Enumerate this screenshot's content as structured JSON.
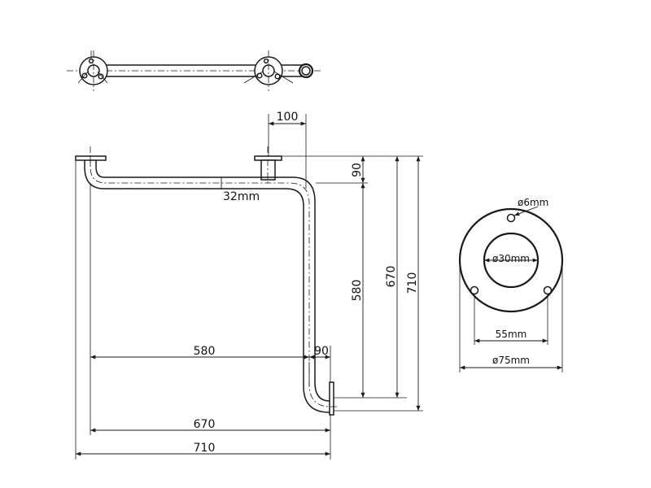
{
  "dimensions": {
    "top_offset": "100",
    "vertical_step": "90",
    "tube_diameter": "32mm",
    "vertical_580": "580",
    "vertical_670": "670",
    "vertical_710": "710",
    "horizontal_580": "580",
    "horizontal_90": "90",
    "horizontal_670": "670",
    "horizontal_710": "710"
  },
  "flange": {
    "hole_diameter": "ø6mm",
    "inner_diameter": "ø30mm",
    "bolt_spacing": "55mm",
    "outer_diameter": "ø75mm"
  }
}
